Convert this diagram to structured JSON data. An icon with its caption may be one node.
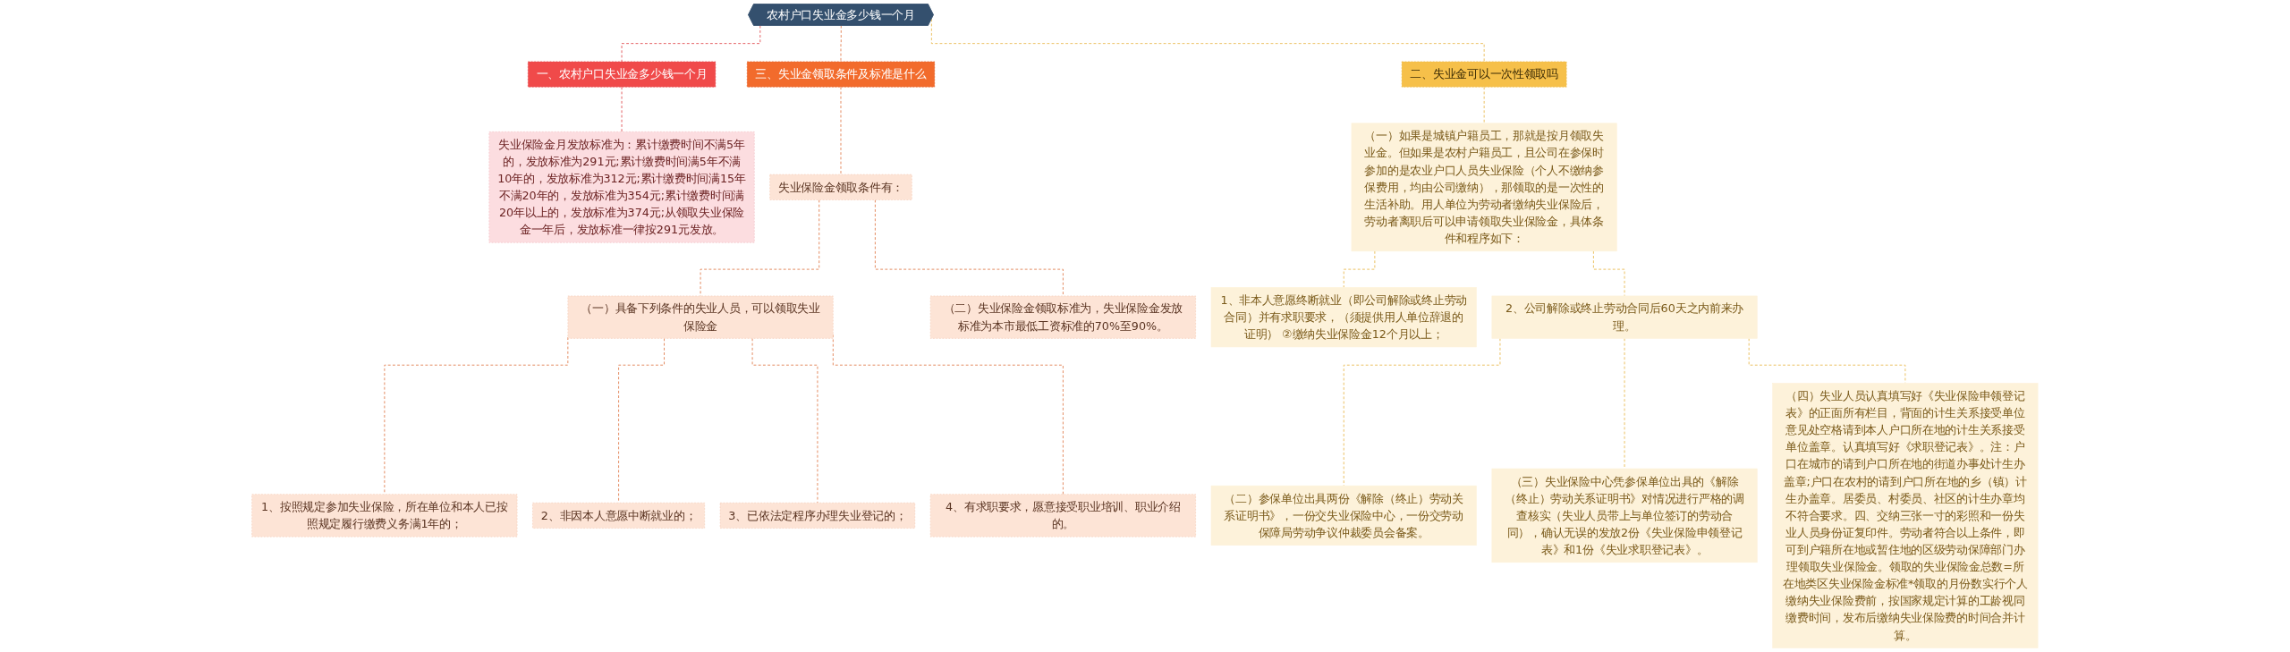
{
  "diagram": {
    "nodes": [
      {
        "text": [
          "农村户口失业金多少钱一个月"
        ]
      },
      {
        "text": [
          "一、农村户口失业金多少钱一个月"
        ]
      },
      {
        "text": [
          "失业保险金月发放标准为：累计缴费时间不满5年的，发放标准为291元;累计缴费时间满5年不满10年的，发放标准为312元;累计缴费时间满15年不满20年的，发放标准为354元;累计缴费时间满20年以上的，发放标准为374元;从领取失业保险金一年后，发放标准一律按291元发放。"
        ]
      },
      {
        "text": [
          "三、失业金领取条件及标准是什么"
        ]
      },
      {
        "text": [
          "失业保险金领取条件有："
        ]
      },
      {
        "text": [
          "（一）具备下列条件的失业人员，可以领取失业保险金"
        ]
      },
      {
        "text": [
          "1、按照规定参加失业保险，所在单位和本人已按照规定履行缴费义务满1年的；"
        ]
      },
      {
        "text": [
          "2、非因本人意愿中断就业的；"
        ]
      },
      {
        "text": [
          "3、已依法定程序办理失业登记的；"
        ]
      },
      {
        "text": [
          "4、有求职要求，愿意接受职业培训、职业介绍的。"
        ]
      },
      {
        "text": [
          "（二）失业保险金领取标准为，失业保险金发放标准为本市最低工资标准的70%至90%。"
        ]
      },
      {
        "text": [
          "二、失业金可以一次性领取吗"
        ]
      },
      {
        "text": [
          "（一）如果是城镇户籍员工，那就是按月领取失业金。但如果是农村户籍员工，且公司在参保时参加的是农业户口人员失业保险（个人不缴纳参保费用，均由公司缴纳），那领取的是一次性的生活补助。用人单位为劳动者缴纳失业保险后，劳动者离职后可以申请领取失业保险金，具体条件和程序如下："
        ]
      },
      {
        "text": [
          "1、非本人意愿终断就业（即公司解除或终止劳动合同）并有求职要求，（须提供用人单位辞退的证明） ②缴纳失业保险金12个月以上；"
        ]
      },
      {
        "text": [
          "2、公司解除或终止劳动合同后60天之内前来办理。"
        ]
      },
      {
        "text": [
          "（二）参保单位出具两份《解除（终止）劳动关系证明书》，一份交失业保险中心，一份交劳动保障局劳动争议仲裁委员会备案。"
        ]
      },
      {
        "text": [
          "（三）失业保险中心凭参保单位出具的《解除（终止）劳动关系证明书》对情况进行严格的调查核实（失业人员带上与单位签订的劳动合同），确认无误的发放2份《失业保险申领登记表》和1份《失业求职登记表》。"
        ]
      },
      {
        "text": [
          "（四）失业人员认真填写好《失业保险申领登记表》的正面所有栏目，背面的计生关系接受单位意见处空格请到本人户口所在地的计生关系接受单位盖章。认真填写好《求职登记表》。注：户口在城市的请到户口所在地的街道办事处计生办盖章;户口在农村的请到户口所在地的乡（镇）计生办盖章。居委员、村委员、社区的计生办章均不符合要求。四、交纳三张一寸的彩照和一份失业人员身份证复印件。劳动者符合以上条件，即可到户籍所在地或暂住地的区级劳动保障部门办理领取失业保险金。领取的失业保险金总数=所在地类区失业保险金标准*领取的月份数实行个人缴纳失业保险费前，按国家规定计算的工龄视同缴费时间，发布后缴纳失业保险费的时间合并计算。"
        ]
      }
    ],
    "edges": [
      {
        "from": 0,
        "to": 1,
        "arrow": "none",
        "style": "dashed",
        "color": "#e0474c"
      },
      {
        "from": 1,
        "to": 2,
        "arrow": "none",
        "style": "dashed",
        "color": "#e0474c"
      },
      {
        "from": 0,
        "to": 3,
        "arrow": "none",
        "style": "dashed"
      },
      {
        "from": 3,
        "to": 4,
        "arrow": "none",
        "style": "dashed"
      },
      {
        "from": 4,
        "to": 5,
        "arrow": "none",
        "style": "dashed"
      },
      {
        "from": 5,
        "to": 6,
        "arrow": "none",
        "style": "dashed"
      },
      {
        "from": 5,
        "to": 7,
        "arrow": "none",
        "style": "dashed"
      },
      {
        "from": 5,
        "to": 8,
        "arrow": "none",
        "style": "dashed"
      },
      {
        "from": 5,
        "to": 9,
        "arrow": "none",
        "style": "dashed"
      },
      {
        "from": 4,
        "to": 10,
        "arrow": "none",
        "style": "dashed"
      },
      {
        "from": 0,
        "to": 11,
        "arrow": "none",
        "style": "dashed",
        "color": "#e8b84a"
      },
      {
        "from": 11,
        "to": 12,
        "arrow": "none",
        "style": "dashed",
        "color": "#e8b84a"
      },
      {
        "from": 12,
        "to": 13,
        "arrow": "none",
        "style": "dashed",
        "color": "#e8b84a"
      },
      {
        "from": 12,
        "to": 14,
        "arrow": "none",
        "style": "dashed",
        "color": "#e8b84a"
      },
      {
        "from": 14,
        "to": 15,
        "arrow": "none",
        "style": "dashed",
        "color": "#e8b84a"
      },
      {
        "from": 14,
        "to": 16,
        "arrow": "none",
        "style": "dashed",
        "color": "#e8b84a"
      },
      {
        "from": 14,
        "to": 17,
        "arrow": "none",
        "style": "dashed",
        "color": "#e8b84a"
      }
    ]
  }
}
